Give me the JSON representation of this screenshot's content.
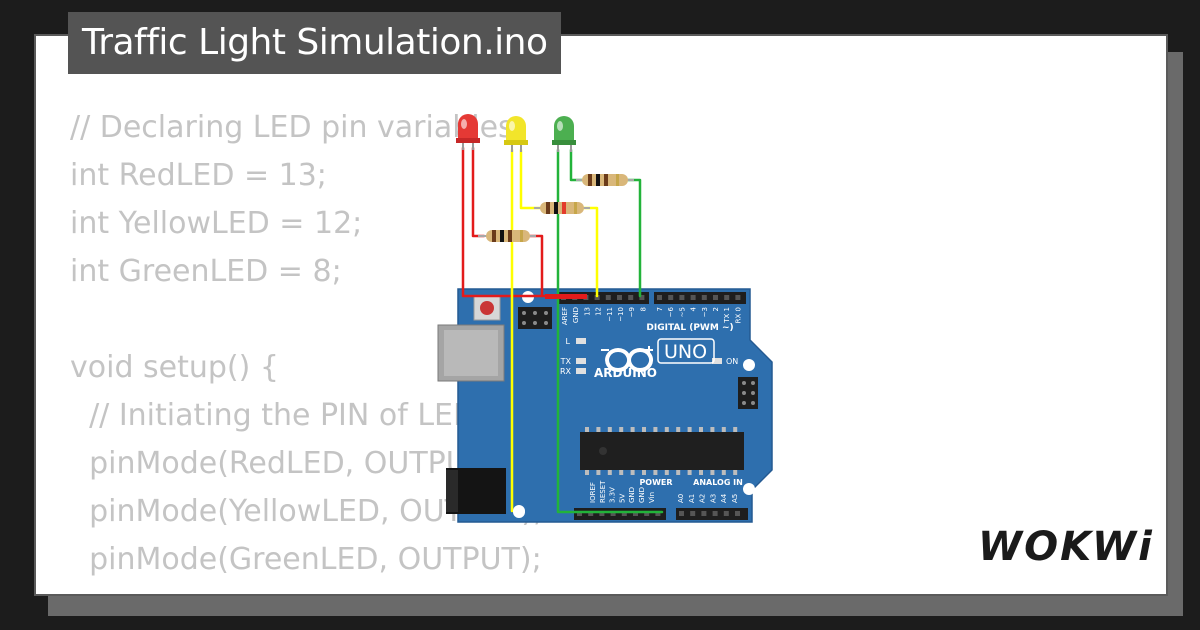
{
  "title": "Traffic Light Simulation.ino",
  "brand": "WOKWi",
  "code_lines": [
    "// Declaring LED pin variables",
    "int RedLED = 13;",
    "int YellowLED = 12;",
    "int GreenLED = 8;",
    "",
    "void setup() {",
    "  // Initiating the PIN of LED",
    "  pinMode(RedLED, OUTPUT);",
    "  pinMode(YellowLED, OUTPUT);",
    "  pinMode(GreenLED, OUTPUT);",
    "}"
  ],
  "board": {
    "model": "UNO",
    "maker": "ARDUINO",
    "digital_header": "DIGITAL (PWM ~)",
    "power_header": "POWER",
    "analog_header": "ANALOG IN",
    "on_label": "ON",
    "led_l": "L",
    "led_tx": "TX",
    "led_rx": "RX",
    "pins_top_left": [
      "AREF",
      "GND",
      "13",
      "12",
      "~11",
      "~10",
      "~9",
      "8"
    ],
    "pins_top_right": [
      "7",
      "~6",
      "~5",
      "4",
      "~3",
      "2",
      "TX 1",
      "RX 0"
    ],
    "pins_bottom_power": [
      "IOREF",
      "RESET",
      "3.3V",
      "5V",
      "GND",
      "GND",
      "Vin"
    ],
    "pins_bottom_analog": [
      "A0",
      "A1",
      "A2",
      "A3",
      "A4",
      "A5"
    ]
  },
  "colors": {
    "board": "#2e6fae",
    "led_red": "#e53935",
    "led_yellow": "#f2e52a",
    "led_green": "#4caf50",
    "wire_red": "#e31b1b",
    "wire_yellow": "#ffff00",
    "wire_green": "#22b33a"
  }
}
